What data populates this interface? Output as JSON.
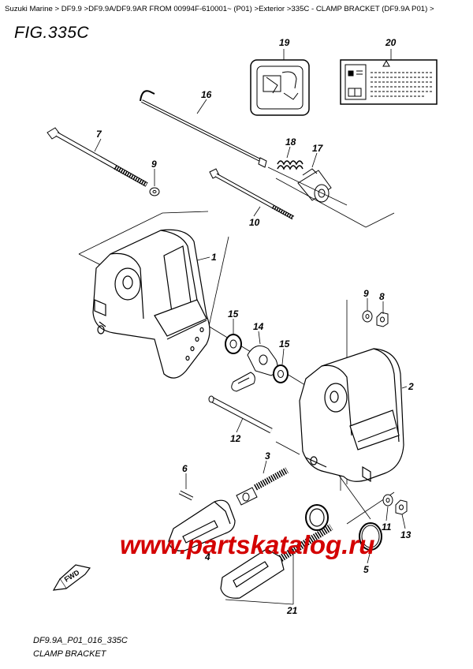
{
  "breadcrumb": "Suzuki Marine > DF9.9 >DF9.9A/DF9.9AR FROM 00994F-610001~ (P01) >Exterior >335C - CLAMP BRACKET (DF9.9A P01) >",
  "figure_title": "FIG.335C",
  "callouts": {
    "p1": "1",
    "p2": "2",
    "p3": "3",
    "p4": "4",
    "p5": "5",
    "p6": "6",
    "p7": "7",
    "p8": "8",
    "p9a": "9",
    "p9b": "9",
    "p10": "10",
    "p11": "11",
    "p12": "12",
    "p13": "13",
    "p14": "14",
    "p15a": "15",
    "p15b": "15",
    "p16": "16",
    "p17": "17",
    "p18": "18",
    "p19": "19",
    "p20": "20",
    "p21": "21"
  },
  "fwd_label": "FWD",
  "watermark": "www.partskatalog.ru",
  "footer": {
    "code": "DF9.9A_P01_016_335C",
    "caption": "CLAMP BRACKET"
  }
}
